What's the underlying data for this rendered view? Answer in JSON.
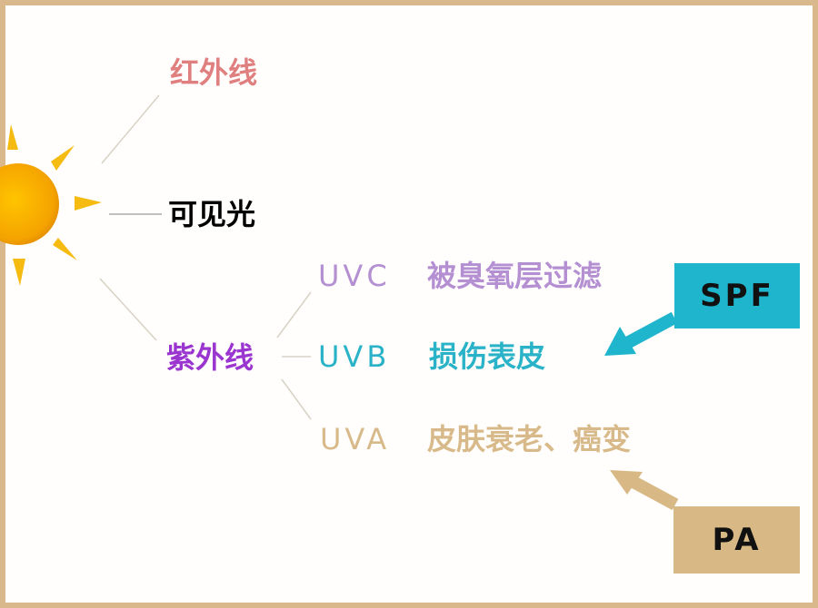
{
  "labels": {
    "infrared": "红外线",
    "visible": "可见光",
    "ultraviolet": "紫外线"
  },
  "uv_bands": [
    {
      "name": "UVC",
      "effect": "被臭氧层过滤"
    },
    {
      "name": "UVB",
      "effect": "损伤表皮"
    },
    {
      "name": "UVA",
      "effect": "皮肤衰老、癌变"
    }
  ],
  "boxes": {
    "spf": "SPF",
    "pa": "PA"
  },
  "colors": {
    "infrared": "#e07f7f",
    "visible": "#000000",
    "ultraviolet": "#9b35d0",
    "uvc": "#b48fd2",
    "uvb": "#2ab3c8",
    "uva": "#d8ba8a",
    "spf": "#1fb5cc",
    "pa": "#d8b985",
    "sun": "#f5a800",
    "frame": "#d9b98c"
  }
}
